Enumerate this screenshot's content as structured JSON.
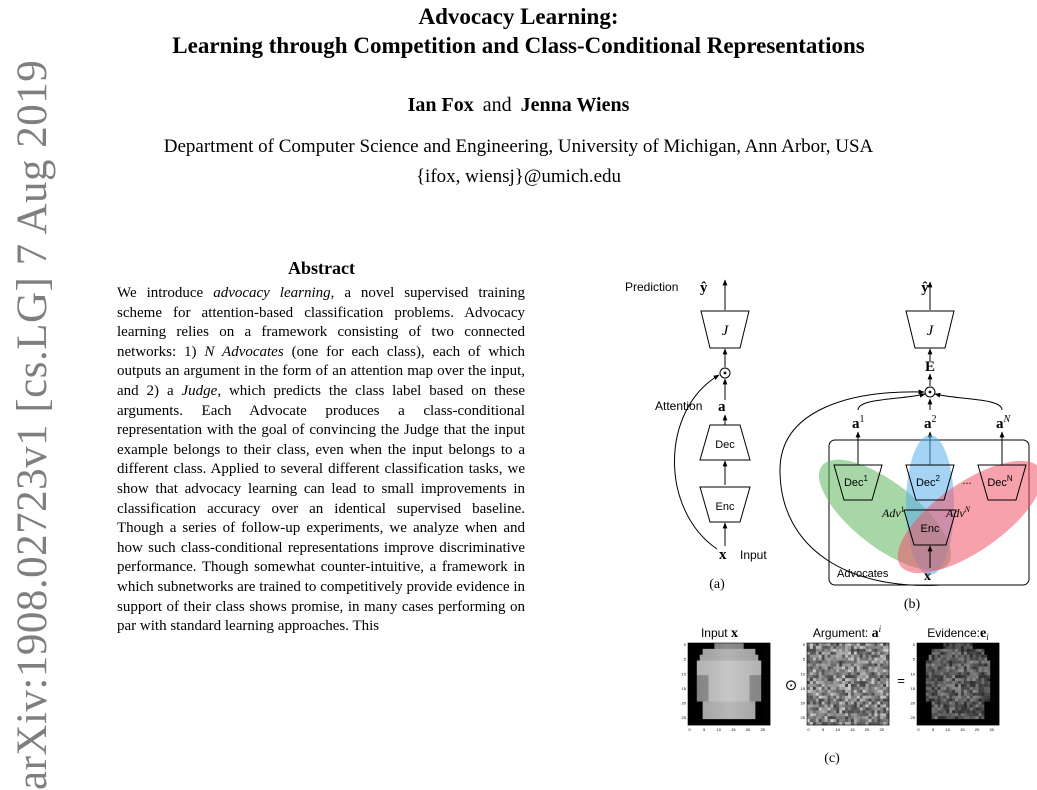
{
  "paper": {
    "title_line1": "Advocacy Learning:",
    "title_line2": "Learning through Competition and Class-Conditional Representations",
    "author1": "Ian Fox",
    "author_sep": "and",
    "author2": "Jenna Wiens",
    "affiliation": "Department of Computer Science and Engineering, University of Michigan, Ann Arbor, USA",
    "emails": "{ifox, wiensj}@umich.edu",
    "arxiv_id": "arXiv:1908.02723v1  [cs.LG]  7 Aug 2019",
    "abstract_title": "Abstract",
    "abstract": [
      {
        "t": "We introduce "
      },
      {
        "t": "advocacy learning",
        "i": true
      },
      {
        "t": ", a novel supervised training scheme for attention-based classification problems. Advocacy learning relies on a framework consisting of two connected networks: 1) "
      },
      {
        "t": "N Advocates",
        "i": true
      },
      {
        "t": " (one for each class), each of which outputs an argument in the form of an attention map over the input, and 2) a "
      },
      {
        "t": "Judge",
        "i": true
      },
      {
        "t": ", which predicts the class label based on these arguments. Each Advocate produces a class-conditional representation with the goal of convincing the Judge that the input example belongs to their class, even when the input belongs to a different class. Applied to several different classification tasks, we show that advocacy learning can lead to small improvements in classification accuracy over an identical supervised baseline. Though a series of follow-up experiments, we analyze when and how such class-conditional representations improve discriminative performance. Though somewhat counter-intuitive, a framework in which subnetworks are trained to competitively provide evidence in support of their class shows promise, in many cases performing on par with standard learning approaches. This"
      }
    ]
  },
  "figure": {
    "a": {
      "prediction_label": "Prediction",
      "yhat": "ŷ",
      "judge": "J",
      "attention_label": "Attention",
      "attention_symbol": "a",
      "dec": "Dec",
      "enc": "Enc",
      "x": "x",
      "input_label": "Input",
      "caption": "(a)"
    },
    "b": {
      "yhat": "ŷ",
      "judge": "J",
      "evidence": "E",
      "a1": "a",
      "a1_sup": "1",
      "a2": "a",
      "a2_sup": "2",
      "aN": "a",
      "aN_sup": "N",
      "dec1": "Dec",
      "dec1_sup": "1",
      "dec2": "Dec",
      "dec2_sup": "2",
      "ellipsis": "...",
      "decN": "Dec",
      "decN_sup": "N",
      "adv1": "Adv",
      "adv1_sup": "1",
      "advN": "Adv",
      "advN_sup": "N",
      "enc": "Enc",
      "advocates_label": "Advocates",
      "x": "x",
      "caption": "(b)"
    },
    "c": {
      "input_label": "Input",
      "input_symbol": "x",
      "argument_label": "Argument:",
      "argument_symbol": "a",
      "argument_sup": "i",
      "evidence_label": "Evidence:",
      "evidence_symbol": "e",
      "evidence_sub": "i",
      "odot": "⊙",
      "equals": "=",
      "y_ticks": [
        "0",
        "5",
        "10",
        "15",
        "20",
        "25"
      ],
      "x_ticks": [
        "0",
        "5",
        "10",
        "15",
        "20",
        "25"
      ],
      "caption": "(c)"
    },
    "colors": {
      "adv1_green": "#5fb55f",
      "adv2_blue": "#5aaeea",
      "advN_red": "#f0546a"
    }
  }
}
